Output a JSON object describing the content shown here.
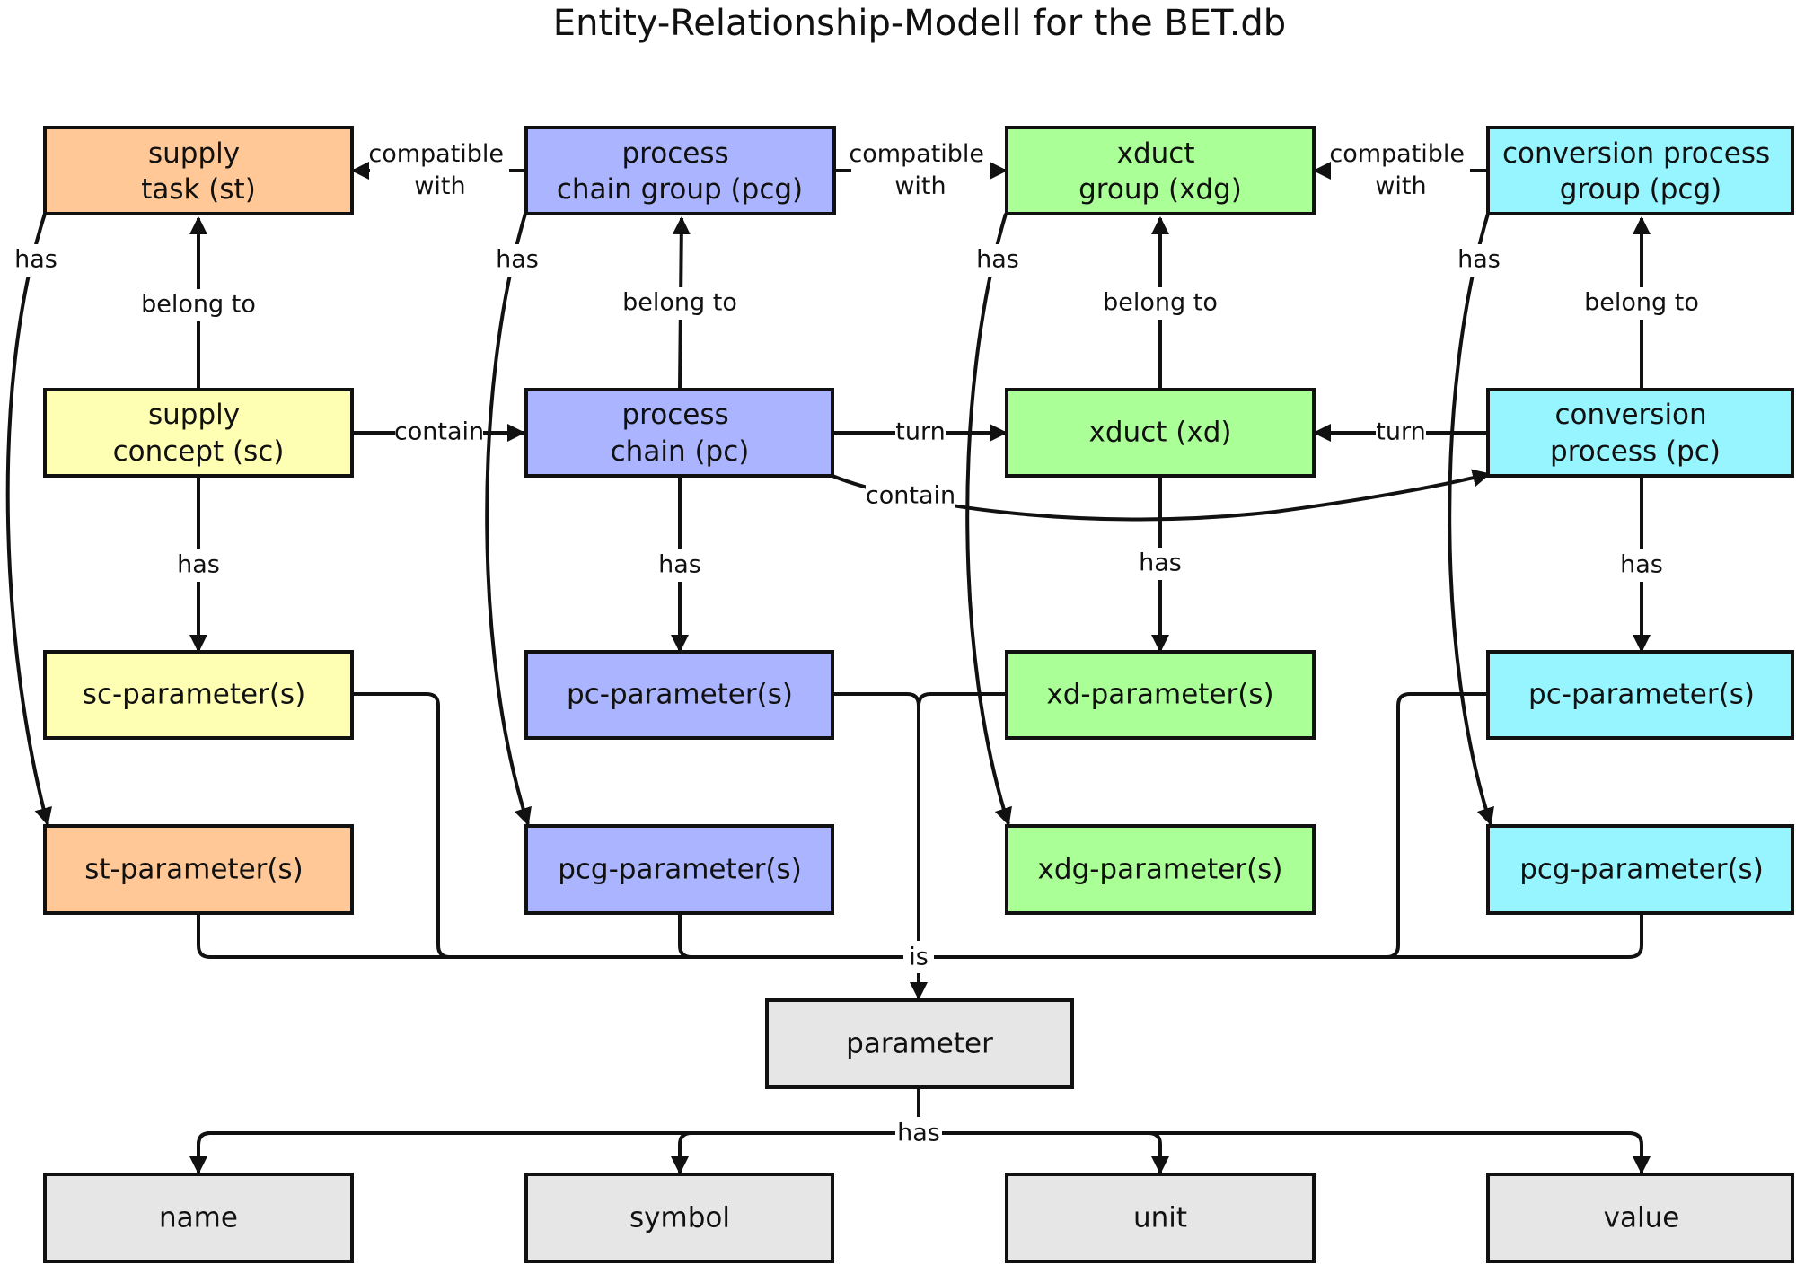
{
  "title": "Entity-Relationship-Modell for the BET.db",
  "colors": {
    "supply_task": "#ffc896",
    "supply_concept": "#ffffb4",
    "process_chain": "#aab4ff",
    "xduct": "#aaff96",
    "conversion": "#96f5ff",
    "parameter": "#e6e6e6",
    "line": "#111111"
  },
  "entities": {
    "supply_task": [
      "supply",
      "task (st)"
    ],
    "process_chain_group": [
      "process",
      "chain group (pcg)"
    ],
    "xduct_group": [
      "xduct",
      "group (xdg)"
    ],
    "conversion_process_group": [
      "conversion process",
      "group (pcg)"
    ],
    "supply_concept": [
      "supply",
      "concept (sc)"
    ],
    "process_chain": [
      "process",
      "chain (pc)"
    ],
    "xduct": [
      "xduct (xd)"
    ],
    "conversion_process": [
      "conversion",
      "process (pc)"
    ],
    "sc_parameters": [
      "sc-parameter(s)"
    ],
    "pc_parameters": [
      "pc-parameter(s)"
    ],
    "xd_parameters": [
      "xd-parameter(s)"
    ],
    "cp_parameters": [
      "pc-parameter(s)"
    ],
    "st_parameters": [
      "st-parameter(s)"
    ],
    "pcg_parameters": [
      "pcg-parameter(s)"
    ],
    "xdg_parameters": [
      "xdg-parameter(s)"
    ],
    "cpg_parameters": [
      "pcg-parameter(s)"
    ],
    "parameter": [
      "parameter"
    ],
    "name": [
      "name"
    ],
    "symbol": [
      "symbol"
    ],
    "unit": [
      "unit"
    ],
    "value": [
      "value"
    ]
  },
  "relations": {
    "compatible_with": [
      "compatible",
      "with"
    ],
    "belong_to": "belong to",
    "contain": "contain",
    "turn": "turn",
    "has": "has",
    "is": "is"
  }
}
